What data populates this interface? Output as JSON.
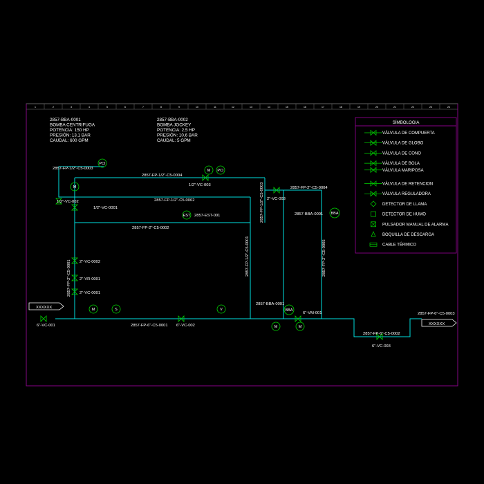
{
  "colors": {
    "background": "#000000",
    "pipe": "#00e0e0",
    "symbol": "#00d800",
    "border": "#7a007a",
    "frame": "#7a7a7a",
    "text": "#ffffff"
  },
  "ruler": [
    "1",
    "2",
    "3",
    "4",
    "5",
    "6",
    "7",
    "8",
    "9",
    "10",
    "11",
    "12",
    "13",
    "14",
    "15",
    "16",
    "17",
    "18",
    "19",
    "20",
    "21",
    "22",
    "23",
    "24"
  ],
  "pumps": [
    {
      "id": "2857-BBA-0001",
      "name": "BOMBA CENTRIFUGA",
      "potencia": "POTENCIA: 150 HP",
      "presion": "PRESIÓN: 13,1 BAR",
      "caudal": "CAUDAL: 600 GPM"
    },
    {
      "id": "2857-BBA-0002",
      "name": "BOMBA JOCKEY",
      "potencia": "POTENCIA: 2,5 HP",
      "presion": "PRESIÓN: 10,6 BAR",
      "caudal": "CAUDAL: 5 GPM"
    }
  ],
  "legend": {
    "title": "SÍMBOLOGIA",
    "items": [
      {
        "label": "VÁLVULA DE COMPUERTA",
        "icon": "gate-valve-icon"
      },
      {
        "label": "VÁLVULA DE GLOBO",
        "icon": "globe-valve-icon"
      },
      {
        "label": "VÁLVULA DE CONO",
        "icon": "cone-valve-icon"
      },
      {
        "label": "VÁLVULA DE BOLA",
        "icon": "ball-valve-icon"
      },
      {
        "label": "VÁLVULA MARIPOSA",
        "icon": "butterfly-valve-icon"
      },
      {
        "label": "VÁLVULA DE RETENCION",
        "icon": "check-valve-icon"
      },
      {
        "label": "VÁLVULA REGULADORA",
        "icon": "regulating-valve-icon"
      },
      {
        "label": "DETECTOR DE LLAMA",
        "icon": "flame-detector-icon"
      },
      {
        "label": "DETECTOR DE HUMO",
        "icon": "smoke-detector-icon"
      },
      {
        "label": "PULSADOR MANUAL DE ALARMA",
        "icon": "manual-alarm-icon"
      },
      {
        "label": "BOQUILLA DE DESCARGA",
        "icon": "discharge-nozzle-icon"
      },
      {
        "label": "CABLE TÉRMICO",
        "icon": "thermal-cable-icon"
      }
    ]
  },
  "labels": {
    "l01": "2857-FP-1/2\"-C5-0003",
    "l02": "1/2\"-VC-002",
    "l03": "2857-FP-1/2\"-C5-0004",
    "l04": "1/2\"-VC-003",
    "l05": "2857-FP-1/2\"-C5-0002",
    "l06": "1/2\"-VC-0001",
    "l07": "2857-EST-001",
    "l08": "2857-FP-2\"-C5-0002",
    "l09": "2857-FP-1/2\"-C5-0003",
    "l10": "2857-FP-2\"-C5-0004",
    "l11": "2\"-VC-003",
    "l12": "2857-BBA-0001",
    "l13": "2857-FP-1/2\"-C5-0001",
    "l14": "2857-FP-2\"-C5-0005",
    "l15": "2857-FP-2\"-C5-0001",
    "l16": "2\"-VC-0002",
    "l17": "2\"-VR-0001",
    "l18": "2\"-VC-0001",
    "l19": "2857-BBA-0001",
    "l20": "6\"-VM-001",
    "l21": "6\"-VC-001",
    "l22": "2857-FP-6\"-C5-0001",
    "l23": "6\"-VC-002",
    "l24": "2857-FP-6\"-C5-0002",
    "l25": "6\"-VC-003",
    "l26": "2857-FP-6\"-C5-0003",
    "arrow_in": "XXXXXX",
    "arrow_out": "XXXXXX"
  },
  "instruments": {
    "pci_a": "PCI",
    "m_a": "M",
    "m_b": "M",
    "pci_b": "PCI",
    "est": "EST",
    "bba_a": "BBA",
    "m_c": "M",
    "s_a": "S",
    "v_a": "V",
    "bba_b": "BBA",
    "m_d": "M",
    "m_e": "M"
  }
}
